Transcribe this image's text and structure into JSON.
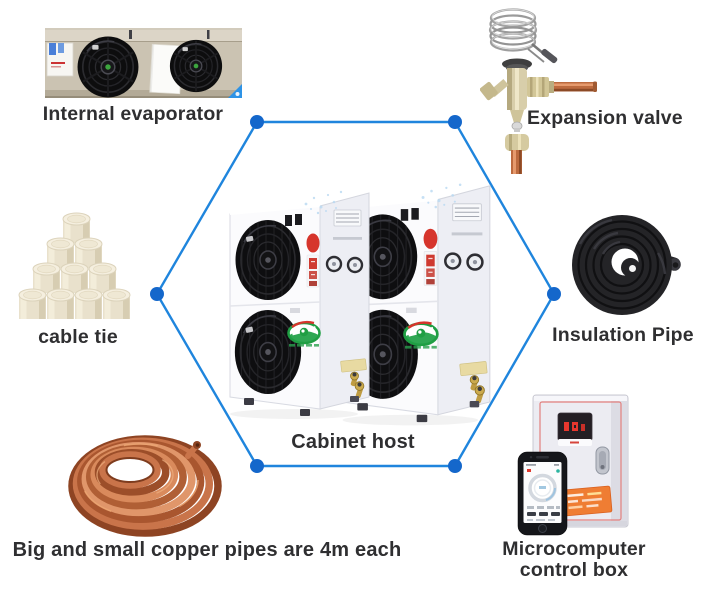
{
  "diagram": {
    "hexagon": {
      "line_color": "#1f85dd",
      "vertex_color": "#1467cb"
    }
  },
  "labels": {
    "internal_evaporator": "Internal evaporator",
    "expansion_valve": "Expansion valve",
    "cable_tie": "cable tie",
    "insulation_pipe": "Insulation Pipe",
    "copper_pipes": "Big and small copper pipes are 4m each",
    "cabinet_host": "Cabinet host",
    "control_box_line1": "Microcomputer",
    "control_box_line2": "control box"
  }
}
